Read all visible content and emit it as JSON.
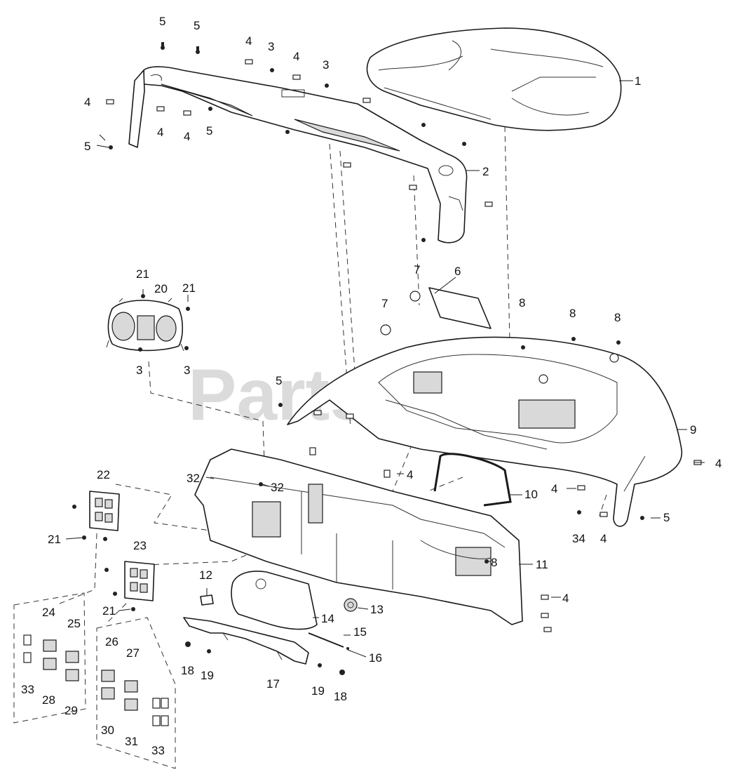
{
  "watermark": {
    "text": "PartsTree",
    "trademark": "TM"
  },
  "callouts": [
    {
      "id": "c1",
      "label": "1"
    },
    {
      "id": "c2",
      "label": "2"
    },
    {
      "id": "c3a",
      "label": "3"
    },
    {
      "id": "c3b",
      "label": "3"
    },
    {
      "id": "c3c",
      "label": "3"
    },
    {
      "id": "c3d",
      "label": "3"
    },
    {
      "id": "c4a",
      "label": "4"
    },
    {
      "id": "c4b",
      "label": "4"
    },
    {
      "id": "c4c",
      "label": "4"
    },
    {
      "id": "c4d",
      "label": "4"
    },
    {
      "id": "c4e",
      "label": "4"
    },
    {
      "id": "c4f",
      "label": "4"
    },
    {
      "id": "c4g",
      "label": "4"
    },
    {
      "id": "c4h",
      "label": "4"
    },
    {
      "id": "c4i",
      "label": "4"
    },
    {
      "id": "c4j",
      "label": "4"
    },
    {
      "id": "c5a",
      "label": "5"
    },
    {
      "id": "c5b",
      "label": "5"
    },
    {
      "id": "c5c",
      "label": "5"
    },
    {
      "id": "c5d",
      "label": "5"
    },
    {
      "id": "c5e",
      "label": "5"
    },
    {
      "id": "c5f",
      "label": "5"
    },
    {
      "id": "c6",
      "label": "6"
    },
    {
      "id": "c7a",
      "label": "7"
    },
    {
      "id": "c7b",
      "label": "7"
    },
    {
      "id": "c8a",
      "label": "8"
    },
    {
      "id": "c8b",
      "label": "8"
    },
    {
      "id": "c8c",
      "label": "8"
    },
    {
      "id": "c8d",
      "label": "8"
    },
    {
      "id": "c9",
      "label": "9"
    },
    {
      "id": "c10",
      "label": "10"
    },
    {
      "id": "c11",
      "label": "11"
    },
    {
      "id": "c12",
      "label": "12"
    },
    {
      "id": "c13",
      "label": "13"
    },
    {
      "id": "c14",
      "label": "14"
    },
    {
      "id": "c15",
      "label": "15"
    },
    {
      "id": "c16",
      "label": "16"
    },
    {
      "id": "c17",
      "label": "17"
    },
    {
      "id": "c18a",
      "label": "18"
    },
    {
      "id": "c18b",
      "label": "18"
    },
    {
      "id": "c19a",
      "label": "19"
    },
    {
      "id": "c19b",
      "label": "19"
    },
    {
      "id": "c20",
      "label": "20"
    },
    {
      "id": "c21a",
      "label": "21"
    },
    {
      "id": "c21b",
      "label": "21"
    },
    {
      "id": "c21c",
      "label": "21"
    },
    {
      "id": "c21d",
      "label": "21"
    },
    {
      "id": "c22",
      "label": "22"
    },
    {
      "id": "c23",
      "label": "23"
    },
    {
      "id": "c24",
      "label": "24"
    },
    {
      "id": "c25",
      "label": "25"
    },
    {
      "id": "c26",
      "label": "26"
    },
    {
      "id": "c27",
      "label": "27"
    },
    {
      "id": "c28",
      "label": "28"
    },
    {
      "id": "c29",
      "label": "29"
    },
    {
      "id": "c30",
      "label": "30"
    },
    {
      "id": "c31",
      "label": "31"
    },
    {
      "id": "c32a",
      "label": "32"
    },
    {
      "id": "c32b",
      "label": "32"
    },
    {
      "id": "c33a",
      "label": "33"
    },
    {
      "id": "c33b",
      "label": "33"
    },
    {
      "id": "c34",
      "label": "34"
    }
  ]
}
